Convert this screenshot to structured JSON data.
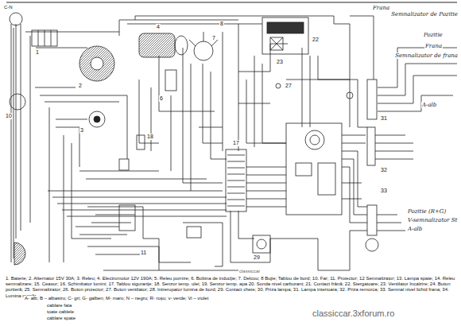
{
  "diagram": {
    "labels": [
      "1. Baterie; 2. Alternator 15V 30A; 3. Releu; 4. Electromotor 12V 190A; 5. Releu pornire; 6. Bobina de inducţie; 7. Delcou; 8 Bujie; Tablou de bord; 10. Far; 11. Proiector; 12 Semnalizator; 13. Lampa spate; 14. Releu semnalizare; 15. Ceasor; 16. Schimbator lumini; 17. Tablou siguranţe; 18. Senzor temp. ulei; 19. Senzor temp. apa 20. Sonda nivel carburant; 21. Contact frână; 22. Stergatoare; 23. Ventilator încalzire; 24. Buton portieră; 25. Semnalizator; 26. Buton proiector; 27. Buton ventilator; 28. Intrerupator lumina de bord; 29. Contact cheie; 30. Priza lampa; 31. Lampa interioara; 32. Priza remorca; 33. Semnal nivel lichid frana; 34. Lumina număr",
      "A- alb; B – albastru; C- gri; G- galben; M- maro; N – negru; R- roşu; v- verde; Vi – violet",
      "cablare fata",
      "toate cablele",
      "cablare spate",
      "classiccar.3xforum.ro",
      "classiccar",
      "C-N",
      "1",
      "2",
      "3",
      "4",
      "6",
      "7",
      "8",
      "10",
      "11",
      "17",
      "18",
      "22",
      "23",
      "27",
      "29",
      "31",
      "32",
      "33",
      "Frana",
      "Semnalizator de Pozitie",
      "Pozitie",
      "Frana",
      "Semnalizator de frana",
      "A-alb",
      "Pozitie (R+G)",
      "V-semnalizator St",
      "A-alb"
    ]
  }
}
